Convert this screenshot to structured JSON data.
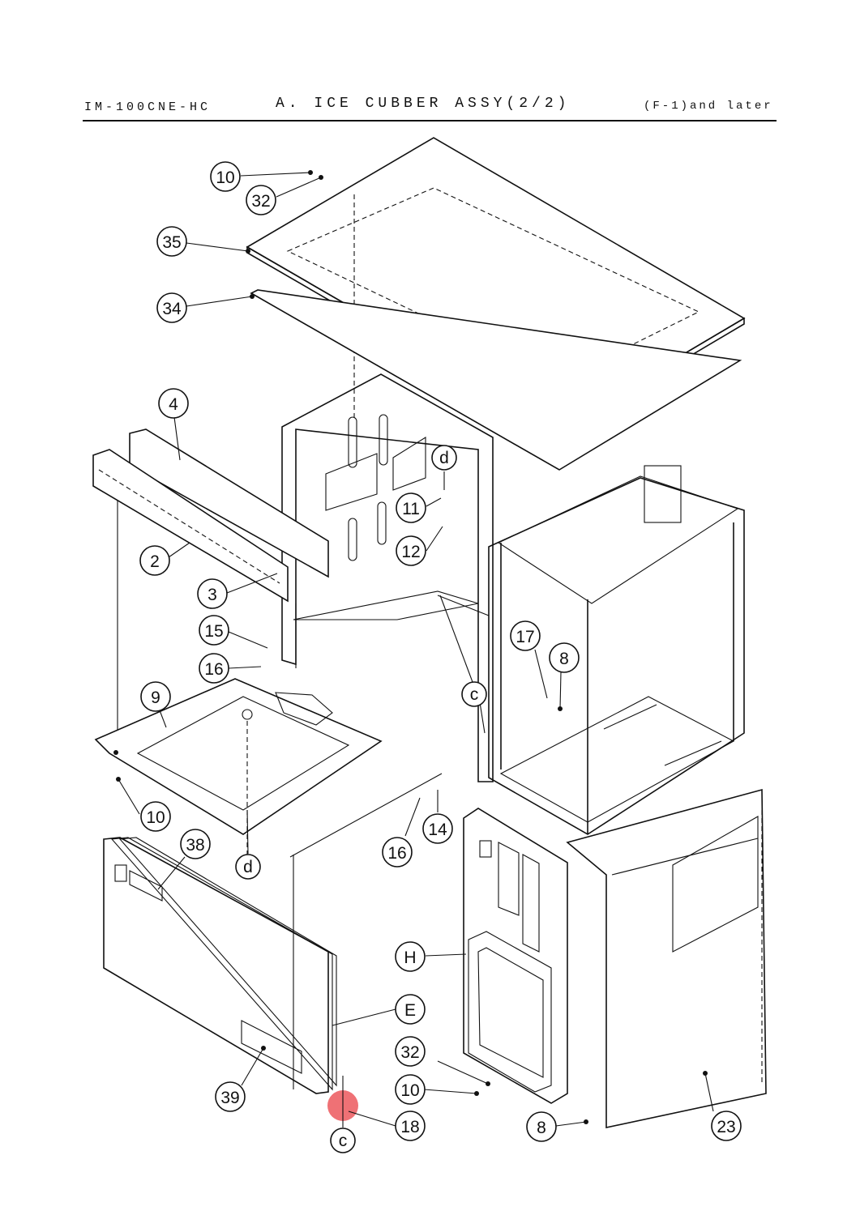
{
  "header": {
    "model": "IM-100CNE-HC",
    "title": "A. ICE CUBBER ASSY(2/2)",
    "revision": "(F-1)and later"
  },
  "callouts": {
    "c10a": "10",
    "c32a": "32",
    "c35": "35",
    "c34": "34",
    "c4": "4",
    "c2": "2",
    "c3": "3",
    "c15": "15",
    "c16a": "16",
    "c9": "9",
    "c10b": "10",
    "cd1": "d",
    "c11": "11",
    "c12": "12",
    "cc1": "c",
    "c17": "17",
    "c8a": "8",
    "c16b": "16",
    "c14": "14",
    "cdb": "d",
    "c38": "38",
    "c39": "39",
    "cH": "H",
    "cE": "E",
    "c32b": "32",
    "c10c": "10",
    "c18": "18",
    "cc2": "c",
    "c8b": "8",
    "c23": "23"
  },
  "highlight_color": "#e8343a"
}
